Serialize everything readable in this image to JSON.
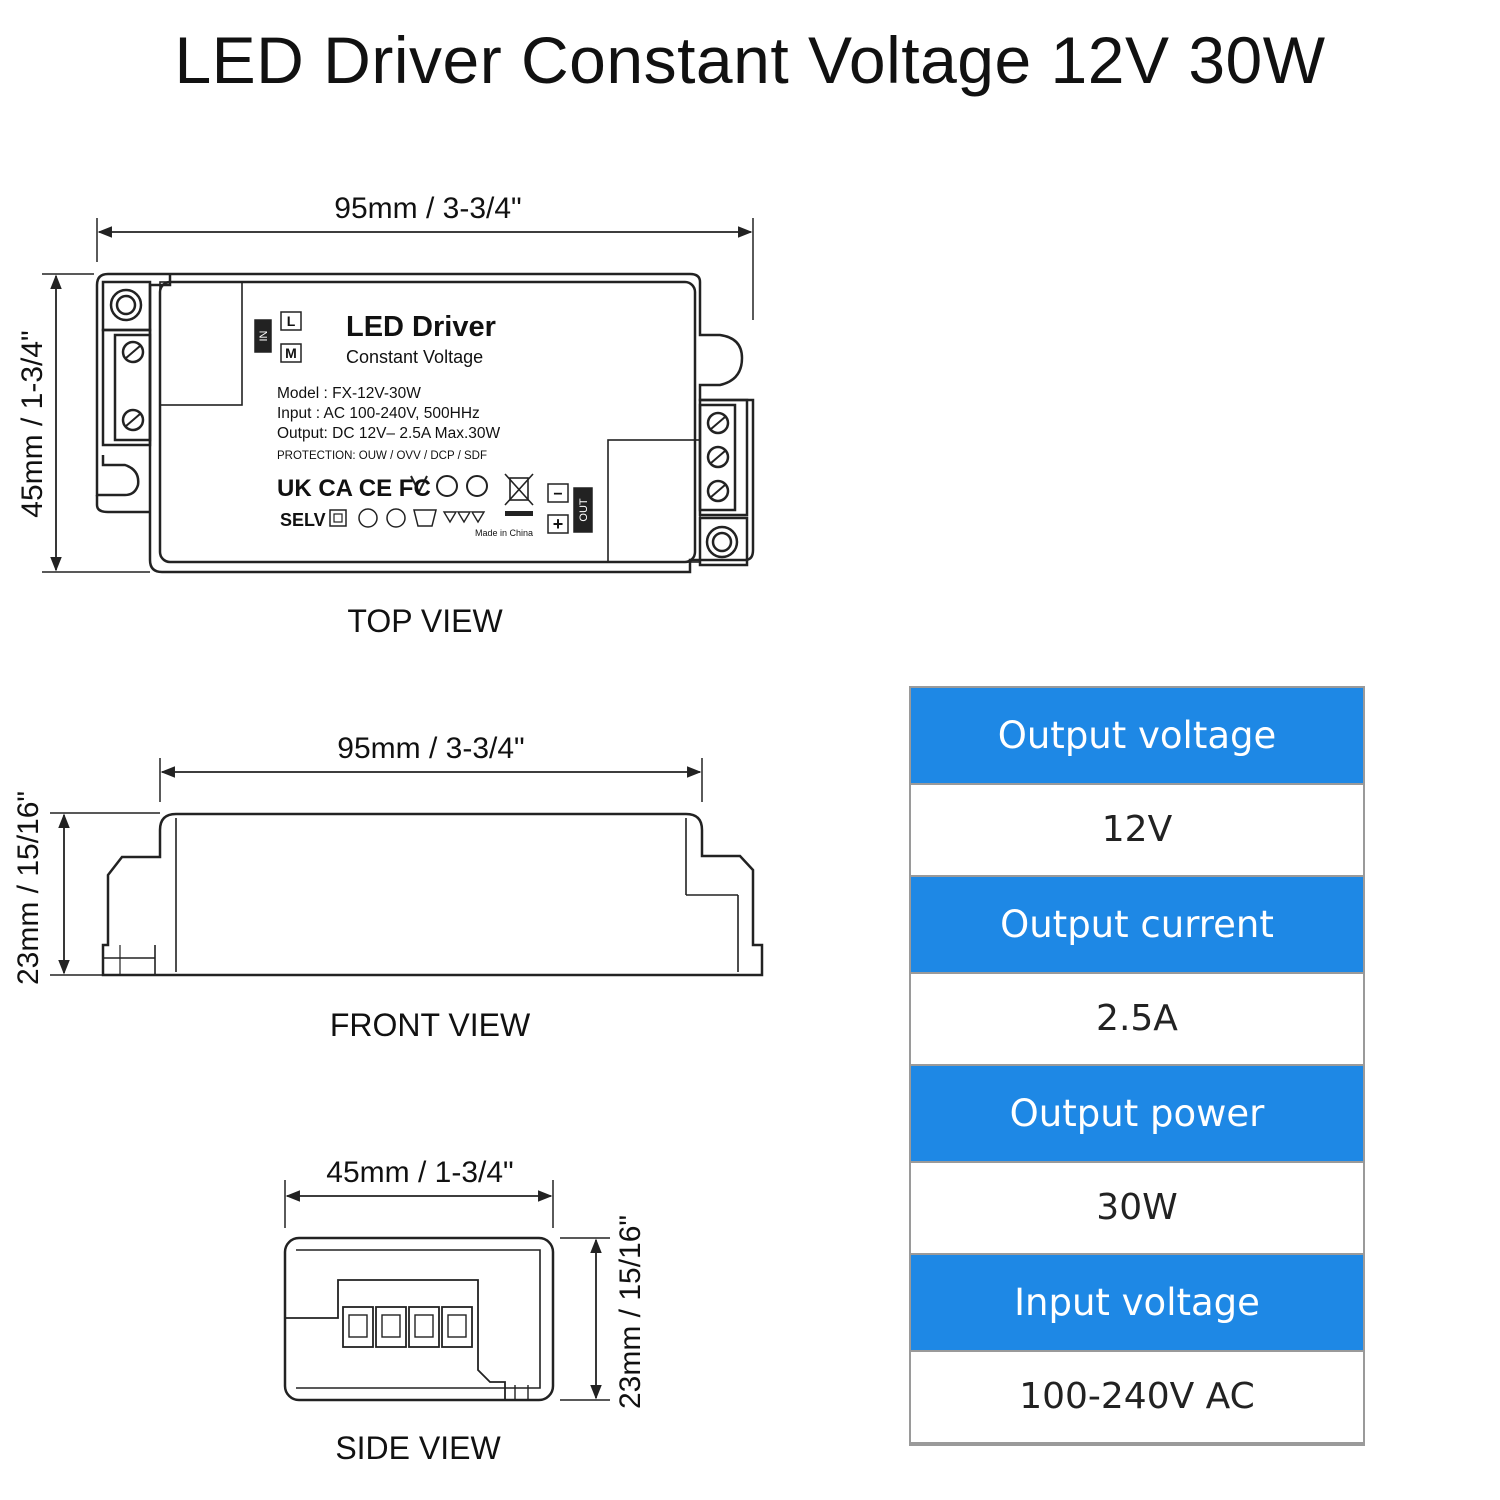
{
  "title": "LED Driver Constant Voltage 12V 30W",
  "top_view": {
    "caption": "TOP VIEW",
    "width_dim": "95mm / 3-3/4\"",
    "height_dim": "45mm / 1-3/4\"",
    "label": {
      "brand": "LED Driver",
      "subtitle": "Constant Voltage",
      "model": "Model : FX-12V-30W",
      "input": "Input   : AC 100-240V,  500HHz",
      "output": "Output: DC 12V– 2.5A Max.30W",
      "protection": "PROTECTION: OUW / OVV / DCP / SDF",
      "marks1": "UK CA  CE  FC",
      "selv": "SELV",
      "made_in": "Made in China",
      "l_box": "L",
      "m_box": "M",
      "in_side": "IN",
      "out_side": "OUT",
      "minus": "−",
      "plus": "+"
    }
  },
  "front_view": {
    "caption": "FRONT VIEW",
    "width_dim": "95mm / 3-3/4\"",
    "height_dim": "23mm / 15/16\""
  },
  "side_view": {
    "caption": "SIDE VIEW",
    "width_dim": "45mm / 1-3/4\"",
    "height_dim": "23mm / 15/16\""
  },
  "specs": [
    {
      "label": "Output voltage",
      "value": "12V"
    },
    {
      "label": "Output current",
      "value": "2.5A"
    },
    {
      "label": "Output power",
      "value": "30W"
    },
    {
      "label": "Input voltage",
      "value": "100-240V AC"
    }
  ],
  "colors": {
    "header": "#1e88e5",
    "line": "#222222",
    "border": "#9a9a9a"
  }
}
